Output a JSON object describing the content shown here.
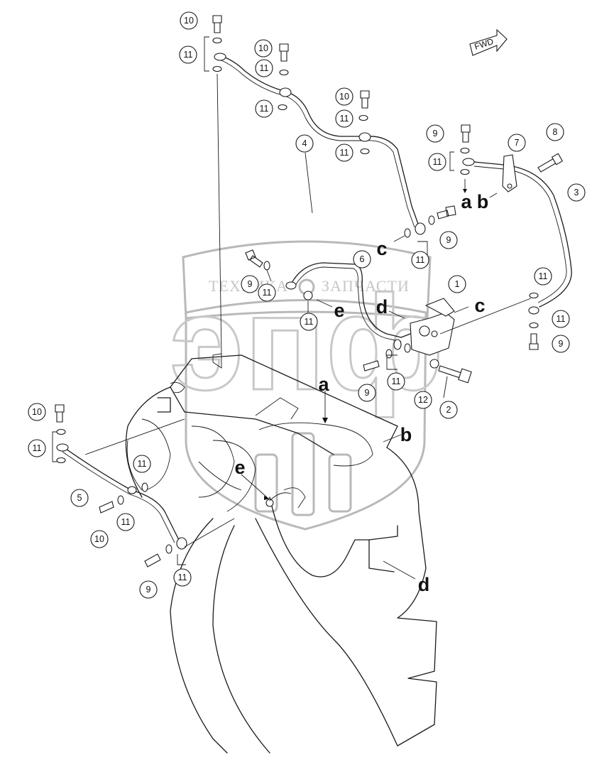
{
  "diagram": {
    "fwd_label": "FWD",
    "watermark": {
      "big_letters": "эпф",
      "line1": "ТЕХНИКА",
      "line2": "ЗАПЧАСТИ"
    },
    "callouts": [
      {
        "label": "10"
      },
      {
        "label": "11"
      },
      {
        "label": "10"
      },
      {
        "label": "11"
      },
      {
        "label": "11"
      },
      {
        "label": "10"
      },
      {
        "label": "11"
      },
      {
        "label": "4"
      },
      {
        "label": "11"
      },
      {
        "label": "9"
      },
      {
        "label": "11"
      },
      {
        "label": "7"
      },
      {
        "label": "8"
      },
      {
        "label": "3"
      },
      {
        "label": "9"
      },
      {
        "label": "11"
      },
      {
        "label": "6"
      },
      {
        "label": "9"
      },
      {
        "label": "11"
      },
      {
        "label": "11"
      },
      {
        "label": "1"
      },
      {
        "label": "11"
      },
      {
        "label": "11"
      },
      {
        "label": "9"
      },
      {
        "label": "9"
      },
      {
        "label": "11"
      },
      {
        "label": "12"
      },
      {
        "label": "2"
      },
      {
        "label": "10"
      },
      {
        "label": "11"
      },
      {
        "label": "5"
      },
      {
        "label": "11"
      },
      {
        "label": "10"
      },
      {
        "label": "11"
      },
      {
        "label": "9"
      },
      {
        "label": "11"
      }
    ],
    "refs": [
      {
        "label": "a"
      },
      {
        "label": "b"
      },
      {
        "label": "c"
      },
      {
        "label": "e"
      },
      {
        "label": "d"
      },
      {
        "label": "c"
      },
      {
        "label": "a"
      },
      {
        "label": "b"
      },
      {
        "label": "e"
      },
      {
        "label": "d"
      }
    ]
  }
}
